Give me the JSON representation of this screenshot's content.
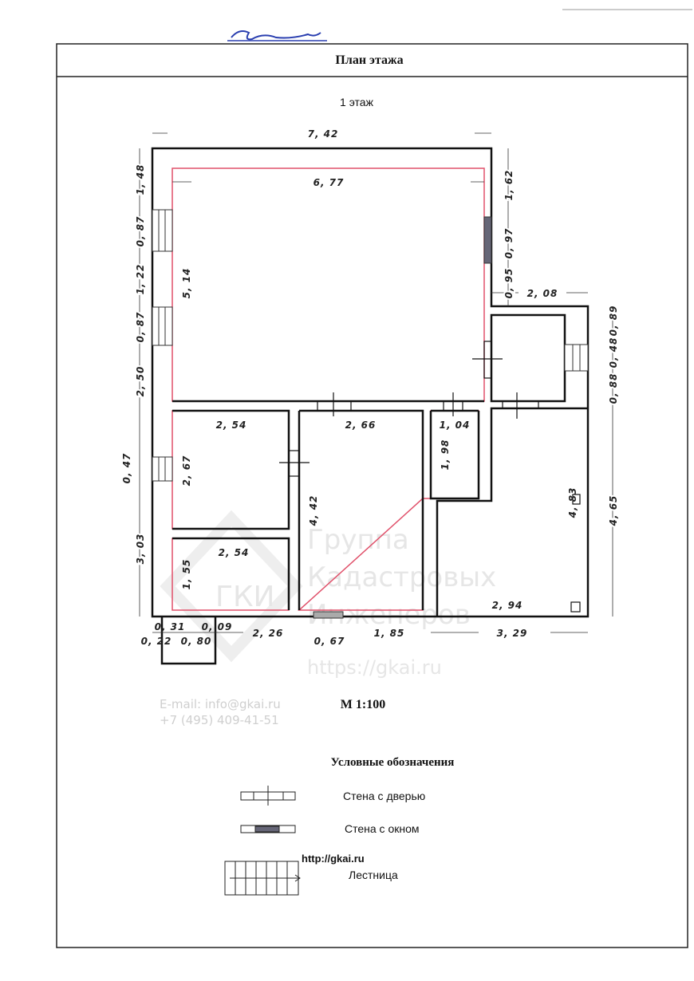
{
  "header": {
    "title": "План этажа",
    "signature": "Бакив"
  },
  "floor_label": "1 этаж",
  "scale": "М 1:100",
  "dimensions": {
    "top_total": "7, 42",
    "main_room_width": "6, 77",
    "main_room_height": "5, 14",
    "left_1": "1, 48",
    "left_2": "0, 87",
    "left_3": "1, 22",
    "left_4": "0, 87",
    "left_5": "2, 50",
    "left_6": "0, 47",
    "left_7": "3, 03",
    "right_1": "1, 62",
    "right_2": "0, 97",
    "right_3": "0, 95",
    "right_step": "2, 08",
    "right_4": "0, 89",
    "right_5": "0, 48",
    "right_6": "0, 88",
    "right_7": "4, 65",
    "room_a_width": "2, 54",
    "room_a_height": "2, 67",
    "room_b_width": "2, 66",
    "room_b_height": "4, 42",
    "room_c_width": "1, 04",
    "room_c_height": "1, 98",
    "room_d_height": "4, 83",
    "room_d_width": "2, 94",
    "room_e_width": "2, 54",
    "room_e_height": "1, 55",
    "bottom_1": "0, 31",
    "bottom_2": "0, 09",
    "bottom_3": "0, 22",
    "bottom_4": "0, 80",
    "bottom_5": "2, 26",
    "bottom_6": "0, 67",
    "bottom_7": "1, 85",
    "bottom_8": "3, 29"
  },
  "watermark": {
    "line1": "Группа",
    "line2": "Кадастровых",
    "line3": "Инженеров",
    "logo": "ГКИ",
    "url": "https://gkai.ru",
    "email": "E-mail: info@gkai.ru",
    "phone": "+7 (495) 409-41-51"
  },
  "legend": {
    "title": "Условные обозначения",
    "items": [
      {
        "label": "Стена с дверью"
      },
      {
        "label": "Стена с окном"
      },
      {
        "label": "Лестница"
      }
    ],
    "link": "http://gkai.ru"
  },
  "colors": {
    "wall": "#111111",
    "inner": "#e0506a",
    "window": "#555566"
  }
}
